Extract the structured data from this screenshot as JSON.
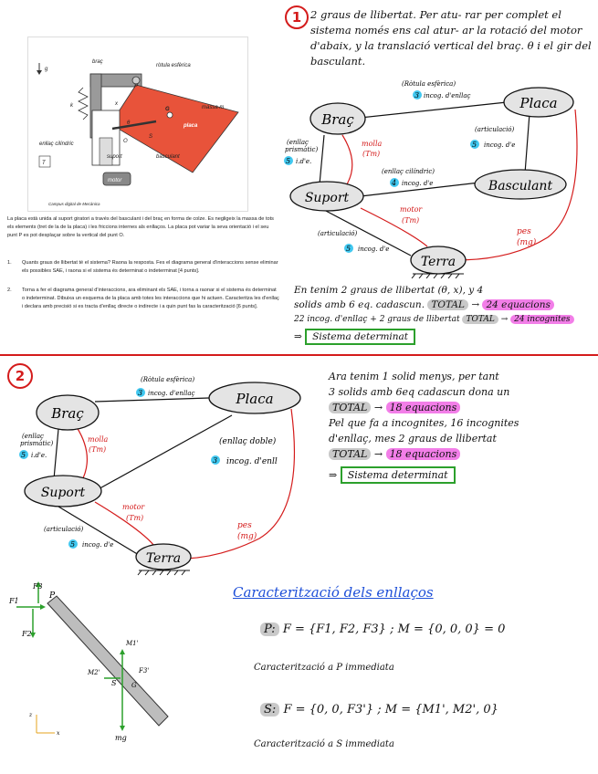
{
  "figure": {
    "g_label": "g",
    "arm_label": "braç",
    "ball_joint_label": "ròtula esfèrica",
    "mass_label": "massa m",
    "plate_label": "placa",
    "k_label": "k",
    "cyl_label": "enllaç cilíndric",
    "support_label": "suport",
    "tilter_label": "basculant",
    "T_label": "T",
    "theta_label": "θ",
    "x_label": "x",
    "O_label": "O",
    "G_label": "G",
    "S_label": "S",
    "P_label": "P",
    "motor_label": "motor",
    "credit": "Campus digital de Mecànica"
  },
  "problem": {
    "intro": "La placa està unida al suport giratori a través del basculant i del braç en forma de colze. Es negligeix la massa de tots els elements (tret de la de la placa) i les friccions internes als enllaços. La placa pot variar la seva orientació i el seu punt P es pot desplaçar sobre la vertical del punt O.",
    "q1_num": "1.",
    "q1": "Quants graus de llibertat té el sistema? Raona la resposta. Fes el diagrama general d'interaccions sense eliminar els possibles SAE, i raona si el sistema és determinat o indeterminat [4 punts].",
    "q2_num": "2.",
    "q2": "Torna a fer el diagrama general d'interaccions, ara eliminant els SAE, i torna a raonar si el sistema és determinat o indeterminat. Dibuixa un esquema de la placa amb totes les interaccions que hi actuen. Caracteritza les d'enllaç i declara amb precisió si es tracta d'enllaç directe o indirecte i a quin punt fas la caracterització [6 punts]."
  },
  "part1": {
    "circle_num": "1",
    "text": "2 graus de llibertat. Per atu- rar per complet el sistema només ens cal atur- ar la rotació del motor d'abaix, y la translació vertical del braç. θ i el gir del basculant.",
    "graph": {
      "nodes": [
        "Braç",
        "Placa",
        "Suport",
        "Basculant",
        "Terra"
      ],
      "edge_braç_placa": [
        "(Ròtula esfèrica)",
        "3",
        "incog. d'enllaç"
      ],
      "edge_placa_basc": [
        "(articulació)",
        "5",
        "incog. d'e"
      ],
      "edge_braç_suport_left": [
        "(enllaç",
        "prismàtic)",
        "5",
        "i.d'e."
      ],
      "edge_braç_suport_right": [
        "molla",
        "(Tm)"
      ],
      "edge_suport_basc": [
        "(enllaç cilíndric)",
        "4",
        "incog. d'e"
      ],
      "edge_suport_terra_red": [
        "motor",
        "(Tm)"
      ],
      "edge_suport_terra_black": [
        "(articulació)",
        "5",
        "incog. d'e"
      ],
      "edge_placa_terra": [
        "pes",
        "(mg)"
      ]
    },
    "summary_line1": "En tenim 2 graus de llibertat (θ, x), y 4",
    "summary_line2": "solids amb 6 eq. cadascun.",
    "total_label": "TOTAL",
    "total_eq": "24 equacions",
    "summary_line3": "22 incog. d'enllaç + 2 graus de llibertat",
    "total2_label": "TOTAL",
    "total_inc": "24 incognites",
    "conclusion_arrow": "⇒",
    "conclusion": "Sistema determinat"
  },
  "part2": {
    "circle_num": "2",
    "graph": {
      "nodes": [
        "Braç",
        "Placa",
        "Suport",
        "Terra"
      ],
      "edge_braç_placa": [
        "(Ròtula esfèrica)",
        "3",
        "incog. d'enllaç"
      ],
      "edge_braç_suport_left": [
        "(enllaç",
        "prismàtic)",
        "5",
        "i.d'e."
      ],
      "edge_braç_suport_right": [
        "molla",
        "(Tm)"
      ],
      "edge_placa_suport": [
        "(enllaç doble)",
        "3",
        "incog. d'enll"
      ],
      "edge_suport_terra_red": [
        "motor",
        "(Tm)"
      ],
      "edge_suport_terra_black": [
        "(articulació)",
        "5",
        "incog. d'e"
      ],
      "edge_placa_terra": [
        "pes",
        "(mg)"
      ]
    },
    "text_line1": "Ara tenim 1 solid menys, per tant",
    "text_line2": "3 solids amb 6eq cadascun dona un",
    "total_label": "TOTAL",
    "total_eq": "18 equacions",
    "text_line3": "Pel que fa a incognites, 16 incognites",
    "text_line4": "d'enllaç, mes 2 graus de llibertat",
    "total2_label": "TOTAL",
    "total2_eq": "18 equacions",
    "conclusion_arrow": "⇒",
    "conclusion": "Sistema determinat"
  },
  "plate_sketch": {
    "F1": "F1",
    "F2": "F2",
    "F3": "F3",
    "P": "P",
    "M1": "M1'",
    "M2": "M2'",
    "F3b": "F3'",
    "S": "S",
    "G": "G",
    "mg": "mg",
    "z": "z",
    "x": "x"
  },
  "links": {
    "title": "Caracterització dels enllaços",
    "p_label": "P:",
    "p_F": "F = {F1, F2, F3}",
    "p_M": "M = {0, 0, 0} = 0",
    "p_note": "Caracterització a P immediata",
    "s_label": "S:",
    "s_F": "F = {0, 0, F3'}",
    "s_M": "M = {M1', M2', 0}",
    "s_note": "Caracterització a S immediata"
  },
  "colors": {
    "red": "#d41b1b",
    "green": "#2ca02c",
    "pink": "#f27ee8",
    "gray": "#c9c9c9",
    "node": "#e4e4e4",
    "plate": "#e8533a"
  }
}
